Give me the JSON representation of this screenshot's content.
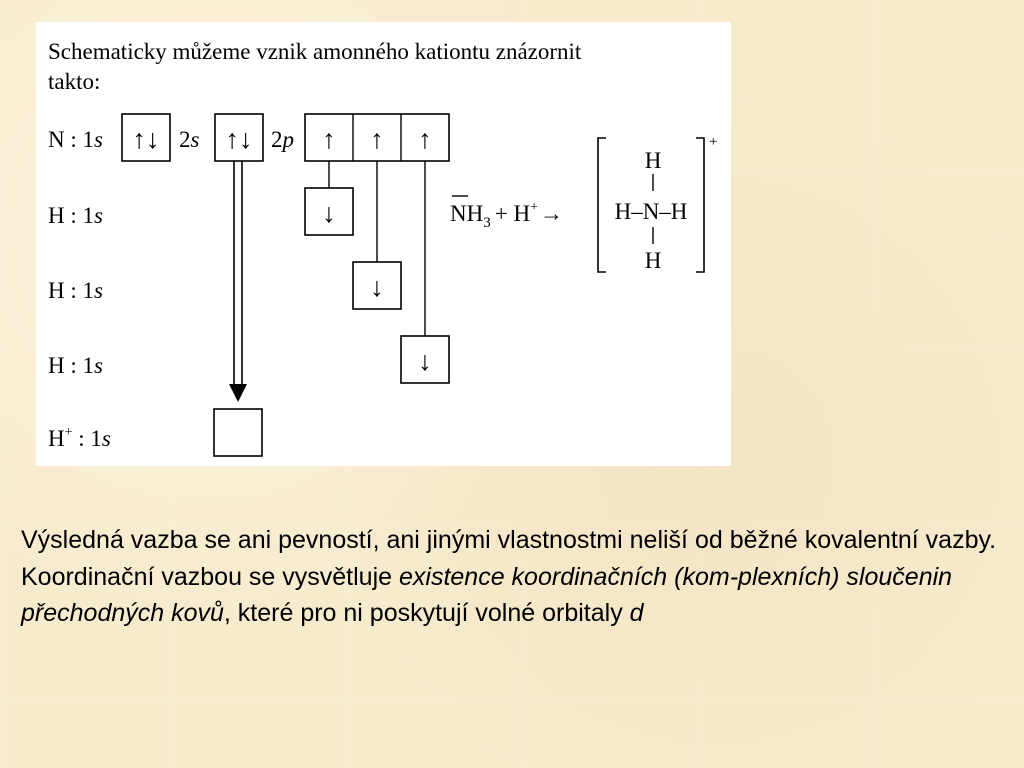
{
  "diagram": {
    "intro_line1": "Schematicky můžeme vznik amonného kationtu znázornit",
    "intro_line2": "takto:",
    "rows": [
      {
        "label": "N : 1",
        "orbital": "s"
      },
      {
        "label": "H : 1",
        "orbital": "s"
      },
      {
        "label": "H : 1",
        "orbital": "s"
      },
      {
        "label": "H : 1",
        "orbital": "s"
      },
      {
        "label": "H",
        "sup": "+",
        "label_tail": " : 1",
        "orbital": "s"
      }
    ],
    "sublevel_2s": {
      "num": "2",
      "letter": "s"
    },
    "sublevel_2p": {
      "num": "2",
      "letter": "p"
    },
    "box_1s": "↑↓",
    "box_2s": "↑↓",
    "box_2p": [
      "↑",
      "↑",
      "↑"
    ],
    "h_boxes": [
      "↓",
      "↓",
      "↓"
    ],
    "hplus_box": "",
    "reaction": {
      "nh3_n": "N",
      "nh3_h": "H",
      "nh3_sub": "3",
      "plus": "+ H",
      "hplus_sup": "+",
      "arrow": "→",
      "complex_top": "H",
      "complex_middle": "H–N–H",
      "complex_bottom": "H",
      "complex_charge": "+"
    }
  },
  "text": {
    "p1": "Výsledná vazba se ani pevností, ani jinými vlastnostmi neliší od běžné kovalentní vazby.",
    "p2_part1": "Koordinační vazbou se vysvětluje ",
    "p2_italic1": "existence koordinačních (kom-plexních) sloučenin přechodných kovů",
    "p2_part2": ", které pro ni poskytují volné orbitaly ",
    "p2_italic2": "d"
  }
}
